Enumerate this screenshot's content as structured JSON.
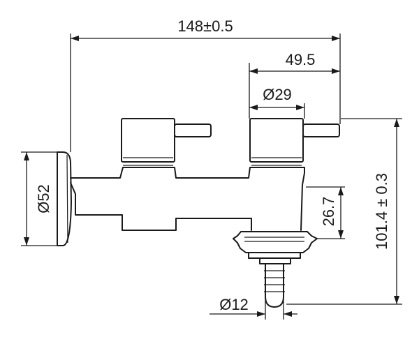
{
  "dimensions": {
    "overall_width": "148±0.5",
    "outlet_offset": "49.5",
    "handle_diameter": "Ø29",
    "flange_diameter": "Ø52",
    "outlet_height": "26.7",
    "overall_height": "101.4 ± 0.3",
    "hose_diameter": "Ø12"
  }
}
